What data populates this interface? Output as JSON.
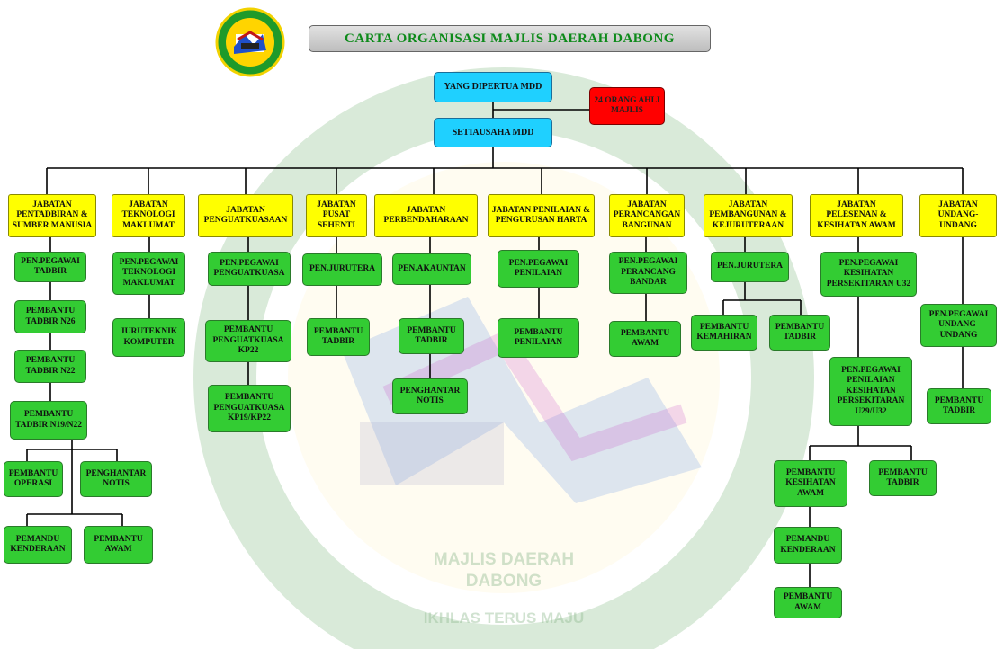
{
  "title": "CARTA ORGANISASI MAJLIS DAERAH DABONG",
  "watermark": {
    "line1": "MAJLIS DAERAH",
    "line2": "DABONG",
    "motto": "IKHLAS TERUS MAJU"
  },
  "colors": {
    "head": "#1fd0ff",
    "council": "#ff0000",
    "department": "#ffff00",
    "unit": "#33cc33",
    "title_text": "#0d8a1a"
  },
  "top": {
    "chairman": "YANG DIPERTUA MDD",
    "council": "24 ORANG AHLI MAJLIS",
    "secretary": "SETIAUSAHA MDD"
  },
  "departments": [
    "JABATAN PENTADBIRAN & SUMBER MANUSIA",
    "JABATAN TEKNOLOGI MAKLUMAT",
    "JABATAN PENGUATKUASAAN",
    "JABATAN PUSAT SEHENTI",
    "JABATAN PERBENDAHARAAN",
    "JABATAN PENILAIAN & PENGURUSAN HARTA",
    "JABATAN PERANCANGAN BANGUNAN",
    "JABATAN PEMBANGUNAN & KEJURUTERAAN",
    "JABATAN PELESENAN & KESIHATAN AWAM",
    "JABATAN UNDANG-UNDANG"
  ],
  "units": {
    "d1": [
      "PEN.PEGAWAI TADBIR",
      "PEMBANTU TADBIR N26",
      "PEMBANTU TADBIR N22",
      "PEMBANTU TADBIR N19/N22",
      "PEMBANTU OPERASI",
      "PENGHANTAR NOTIS",
      "PEMANDU KENDERAAN",
      "PEMBANTU AWAM"
    ],
    "d2": [
      "PEN.PEGAWAI TEKNOLOGI MAKLUMAT",
      "JURUTEKNIK KOMPUTER"
    ],
    "d3": [
      "PEN.PEGAWAI PENGUATKUASA",
      "PEMBANTU PENGUATKUASA KP22",
      "PEMBANTU PENGUATKUASA KP19/KP22"
    ],
    "d4": [
      "PEN.JURUTERA",
      "PEMBANTU TADBIR"
    ],
    "d5": [
      "PEN.AKAUNTAN",
      "PEMBANTU TADBIR",
      "PENGHANTAR NOTIS"
    ],
    "d6": [
      "PEN.PEGAWAI PENILAIAN",
      "PEMBANTU PENILAIAN"
    ],
    "d7": [
      "PEN.PEGAWAI PERANCANG BANDAR",
      "PEMBANTU AWAM"
    ],
    "d8": [
      "PEN.JURUTERA",
      "PEMBANTU KEMAHIRAN",
      "PEMBANTU TADBIR"
    ],
    "d9": [
      "PEN.PEGAWAI KESIHATAN PERSEKITARAN U32",
      "PEN.PEGAWAI PENILAIAN KESIHATAN PERSEKITARAN U29/U32",
      "PEMBANTU KESIHATAN AWAM",
      "PEMBANTU TADBIR",
      "PEMANDU KENDERAAN",
      "PEMBANTU AWAM"
    ],
    "d10": [
      "PEN.PEGAWAI UNDANG-UNDANG",
      "PEMBANTU TADBIR"
    ]
  }
}
